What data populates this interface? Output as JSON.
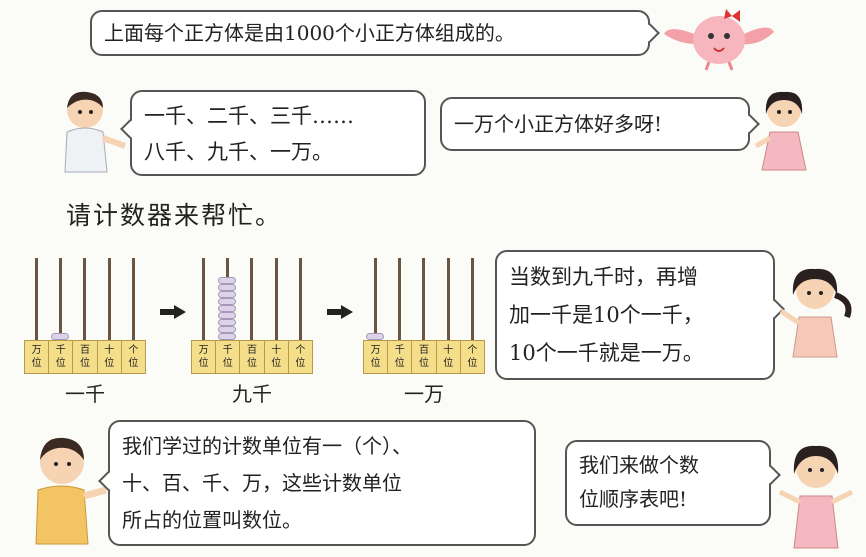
{
  "top_bubble": {
    "text": "上面每个正方体是由1000个小正方体组成的。"
  },
  "boy_bubble": {
    "lines": [
      "一千、二千、三千……",
      "八千、九千、一万。"
    ]
  },
  "girl_bubble": {
    "text": "一万个小正方体好多呀!"
  },
  "heading": "请计数器来帮忙。",
  "place_labels": [
    [
      "万",
      "位"
    ],
    [
      "千",
      "位"
    ],
    [
      "百",
      "位"
    ],
    [
      "十",
      "位"
    ],
    [
      "个",
      "位"
    ]
  ],
  "abaci": [
    {
      "label": "一千",
      "beads": [
        0,
        1,
        0,
        0,
        0
      ]
    },
    {
      "label": "九千",
      "beads": [
        0,
        9,
        0,
        0,
        0
      ]
    },
    {
      "label": "一万",
      "beads": [
        1,
        0,
        0,
        0,
        0
      ]
    }
  ],
  "girl_bubble2": {
    "lines": [
      "当数到九千时，再增",
      "加一千是10个一千，",
      "10个一千就是一万。"
    ]
  },
  "boy_bubble2": {
    "lines": [
      "我们学过的计数单位有一（个）、",
      "十、百、千、万，这些计数单位",
      "所占的位置叫数位。"
    ]
  },
  "girl_bubble3": {
    "lines": [
      "我们来做个数",
      "位顺序表吧!"
    ]
  },
  "colors": {
    "base": "#f4de8a",
    "bead": "#ddd3e8",
    "rod": "#6b5540"
  }
}
